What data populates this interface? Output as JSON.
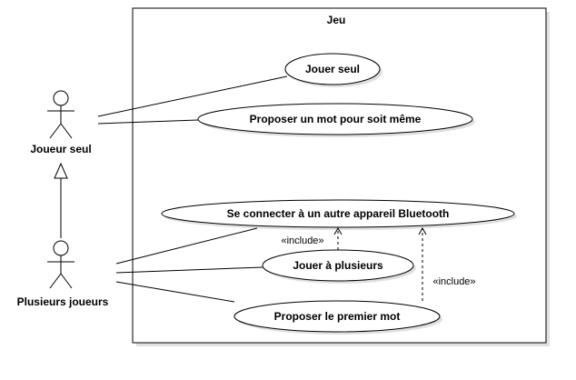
{
  "system": {
    "title": "Jeu"
  },
  "actors": {
    "solo": {
      "label": "Joueur seul"
    },
    "multi": {
      "label": "Plusieurs joueurs"
    }
  },
  "use_cases": {
    "play_solo": "Jouer seul",
    "propose_word_self": "Proposer un mot pour soit même",
    "connect_bluetooth": "Se connecter à un autre appareil Bluetooth",
    "play_multi": "Jouer à plusieurs",
    "propose_first_word": "Proposer le premier mot"
  },
  "relations": {
    "include_label_1": "«include»",
    "include_label_2": "«include»"
  }
}
